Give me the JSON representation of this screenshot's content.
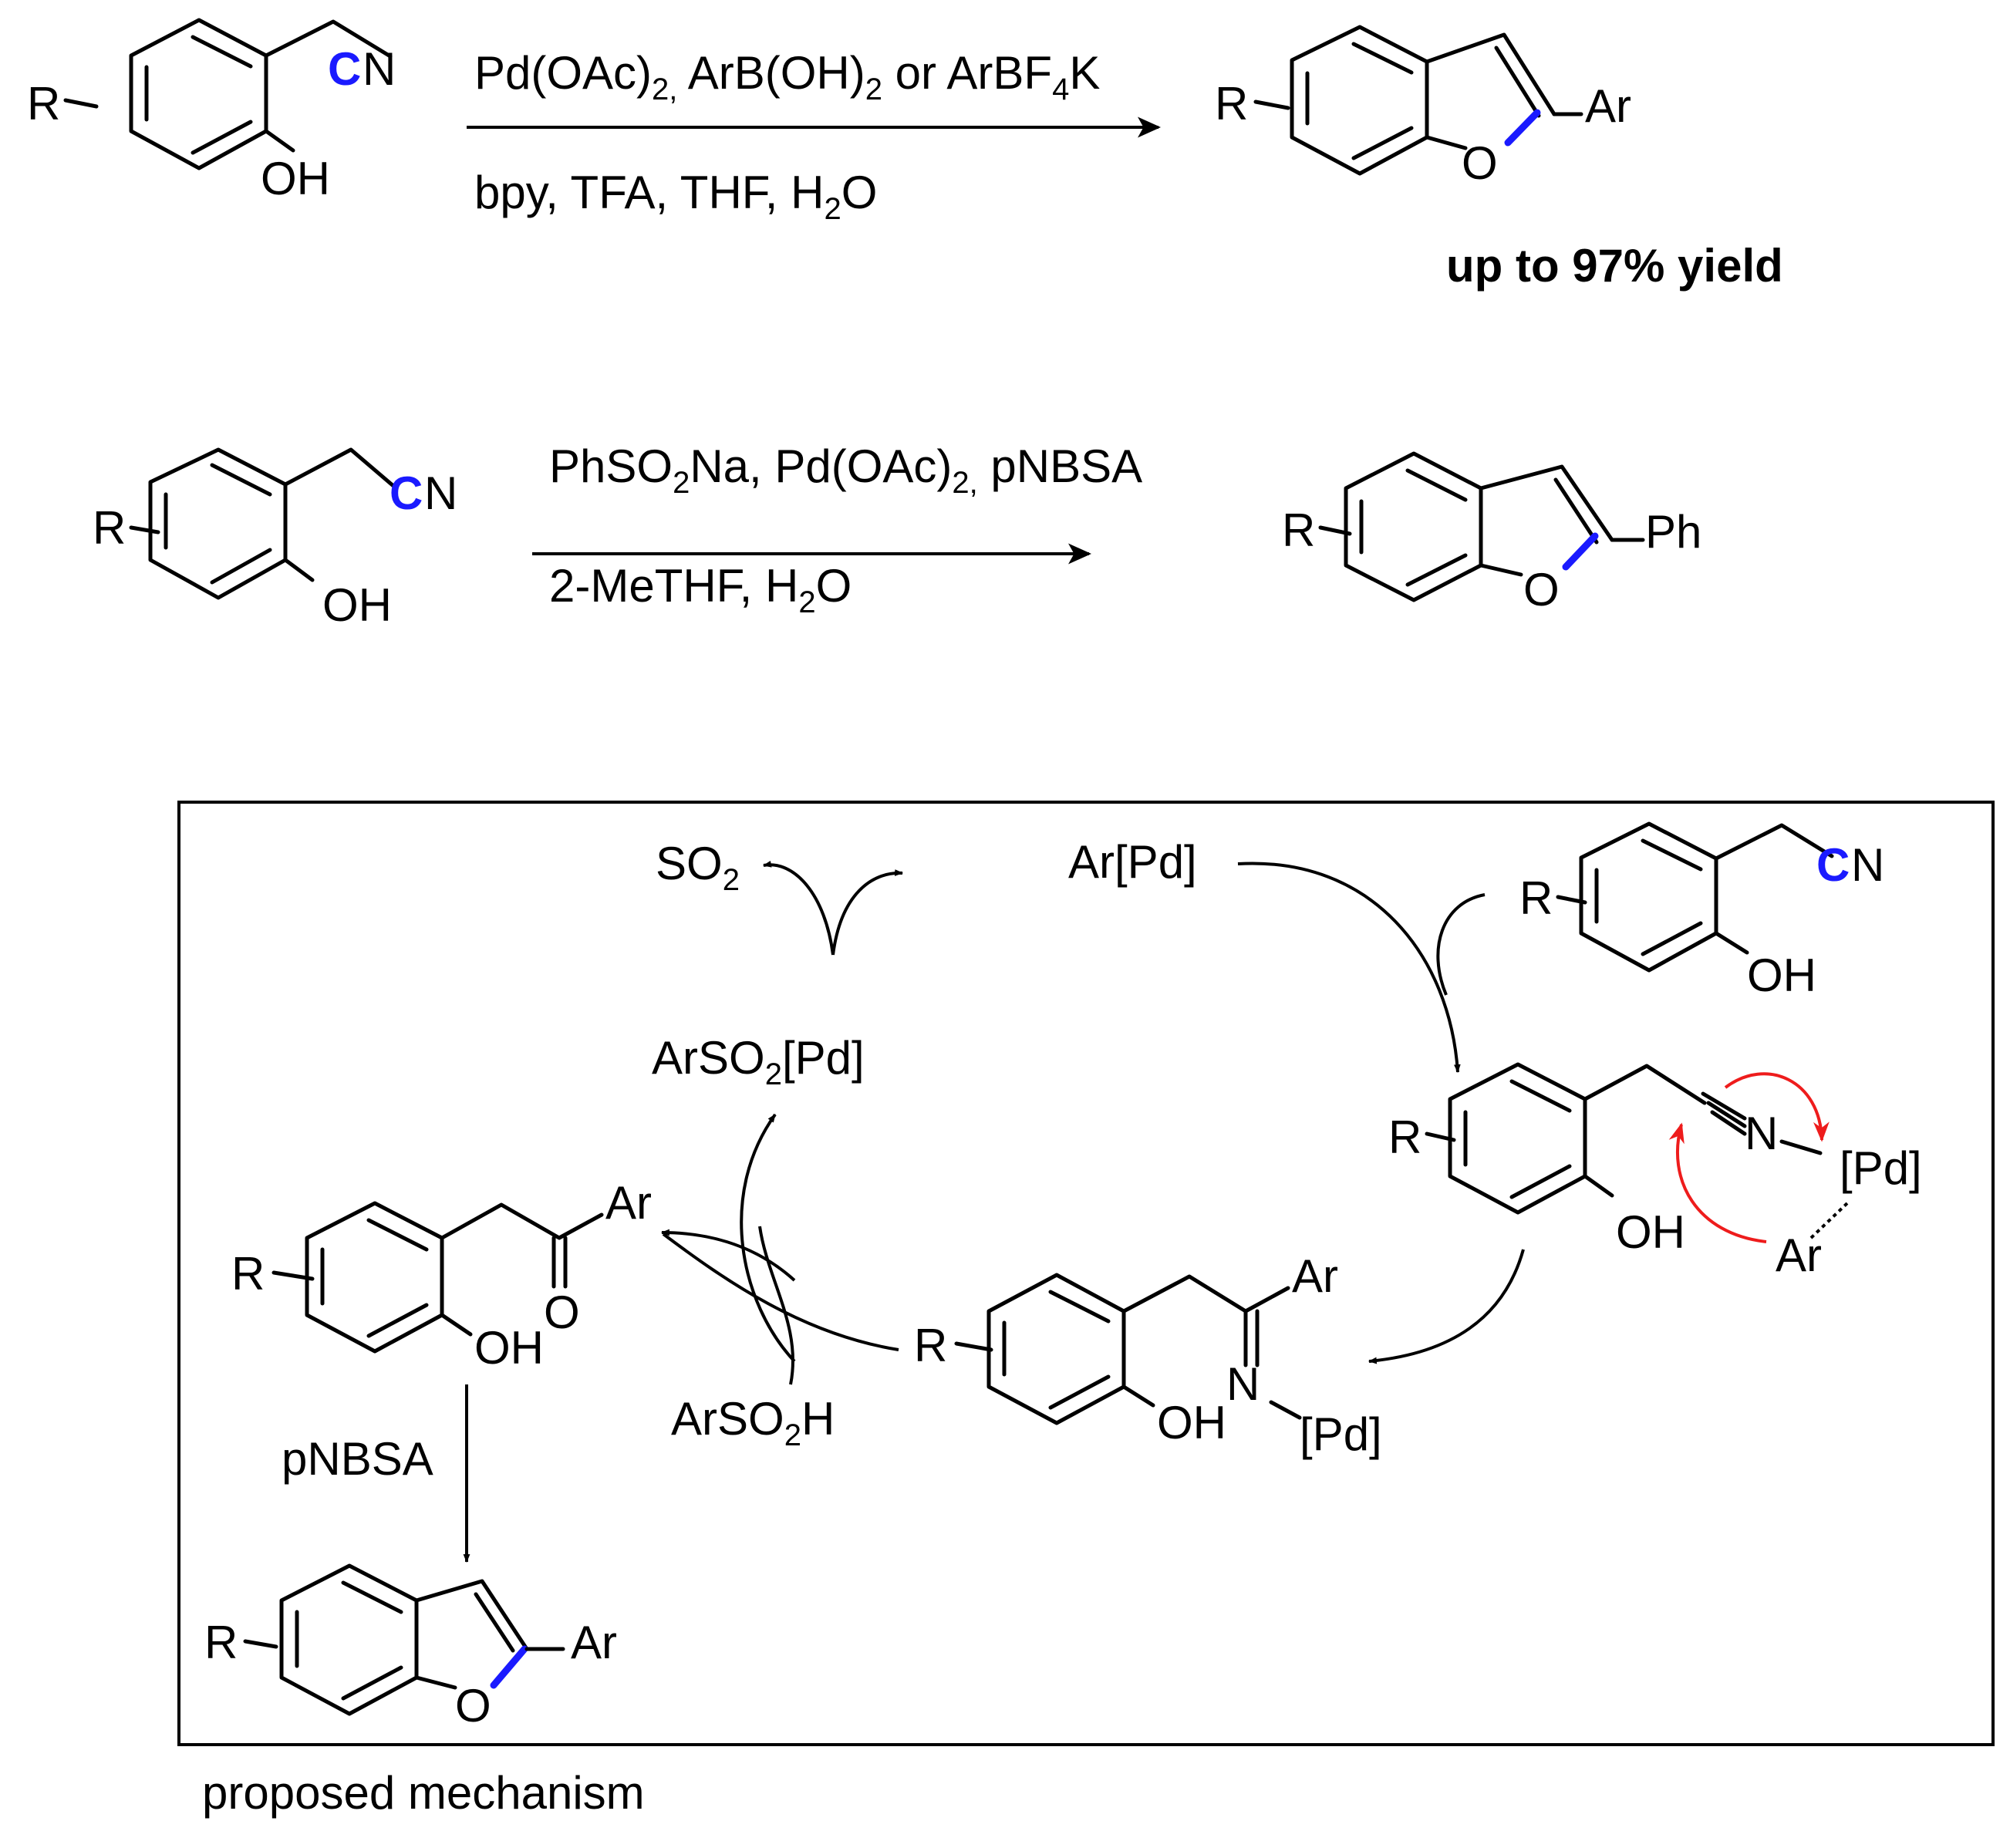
{
  "reaction1": {
    "substituent": "R",
    "cn_c": "C",
    "cn_n": "N",
    "oh": "OH",
    "cond_top_a": "Pd(OAc)",
    "cond_top_a_sub": "2,",
    "cond_top_b": " ArB(OH)",
    "cond_top_b_sub": "2",
    "cond_top_c": " or ArBF",
    "cond_top_c_sub": "4",
    "cond_top_d": "K",
    "cond_bottom_a": "bpy, TFA, THF, H",
    "cond_bottom_sub": "2",
    "cond_bottom_b": "O",
    "product_o": "O",
    "product_group": "Ar",
    "yield": "up to 97% yield"
  },
  "reaction2": {
    "substituent": "R",
    "cn_c": "C",
    "cn_n": "N",
    "oh": "OH",
    "cond_top_a": "PhSO",
    "cond_top_a_sub": "2",
    "cond_top_b": "Na, Pd(OAc)",
    "cond_top_b_sub": "2,",
    "cond_top_c": " pNBSA",
    "cond_bottom_a": "2-MeTHF, H",
    "cond_bottom_sub": "2",
    "cond_bottom_b": "O",
    "product_o": "O",
    "product_group": "Ph"
  },
  "mechanism": {
    "so2": "SO",
    "so2_sub": "2",
    "ar_pd": "Ar[Pd]",
    "arso2pd_a": "ArSO",
    "arso2pd_sub": "2",
    "arso2pd_b": "[Pd]",
    "arso2h_a": "ArSO",
    "arso2h_sub": "2",
    "arso2h_b": "H",
    "pnbsa": "pNBSA",
    "substrate": {
      "r": "R",
      "c": "C",
      "n": "N",
      "oh": "OH"
    },
    "coordinated": {
      "r": "R",
      "n": "N",
      "pd": "[Pd]",
      "oh": "OH",
      "ar": "Ar"
    },
    "imine": {
      "r": "R",
      "ar": "Ar",
      "n": "N",
      "pd": "[Pd]",
      "oh": "OH"
    },
    "ketone": {
      "r": "R",
      "ar": "Ar",
      "o": "O",
      "oh": "OH"
    },
    "product": {
      "r": "R",
      "o": "O",
      "ar": "Ar"
    },
    "caption": "proposed mechanism"
  },
  "colors": {
    "highlight": "#1a1aff",
    "electron_arrow": "#ee1c1c"
  }
}
